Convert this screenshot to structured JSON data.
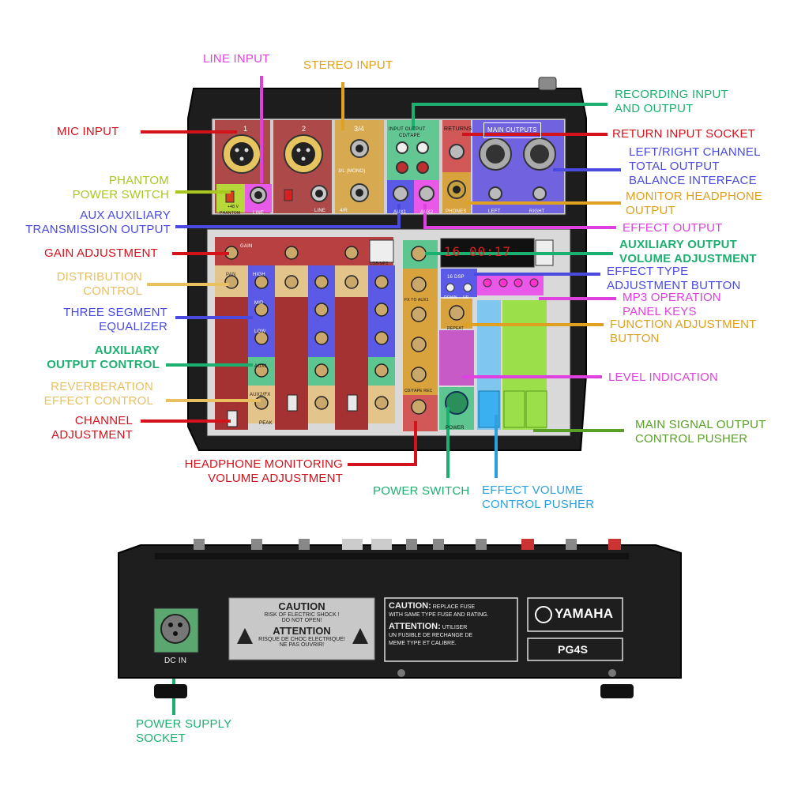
{
  "colors": {
    "red": "#d4121c",
    "pink": "#e040e0",
    "orange": "#e0a020",
    "green": "#1cb070",
    "yellow_green": "#a8c820",
    "blue": "#4a4ae0",
    "light_blue": "#2aa0e0",
    "dark_green": "#5aa028",
    "magenta": "#d020d0"
  },
  "labels": {
    "mic_input": "MIC INPUT",
    "line_input": "LINE INPUT",
    "stereo_input": "STEREO INPUT",
    "recording_1": "RECORDING INPUT",
    "recording_2": "AND OUTPUT",
    "return_input": "RETURN INPUT SOCKET",
    "lr_total_1": "LEFT/RIGHT CHANNEL",
    "lr_total_2": "TOTAL OUTPUT",
    "lr_total_3": "BALANCE INTERFACE",
    "phantom_1": "PHANTOM",
    "phantom_2": "POWER SWITCH",
    "aux_tx_1": "AUX AUXILIARY",
    "aux_tx_2": "TRANSMISSION OUTPUT",
    "monitor_hp_1": "MONITOR HEADPHONE",
    "monitor_hp_2": "OUTPUT",
    "effect_output": "EFFECT OUTPUT",
    "gain_adjustment": "GAIN ADJUSTMENT",
    "aux_out_vol_1": "AUXILIARY OUTPUT",
    "aux_out_vol_2": "VOLUME ADJUSTMENT",
    "distribution_1": "DISTRIBUTION",
    "distribution_2": "CONTROL",
    "effect_type_1": "EFFECT TYPE",
    "effect_type_2": "ADJUSTMENT BUTTON",
    "mp3_1": "MP3 OPERATION",
    "mp3_2": "PANEL KEYS",
    "three_seg_1": "THREE SEGMENT",
    "three_seg_2": "EQUALIZER",
    "function_adj_1": "FUNCTION ADJUSTMENT",
    "function_adj_2": "BUTTON",
    "aux_ctrl_1": "AUXILIARY",
    "aux_ctrl_2": "OUTPUT CONTROL",
    "level_indication": "LEVEL INDICATION",
    "reverb_1": "REVERBERATION",
    "reverb_2": "EFFECT CONTROL",
    "channel_adj_1": "CHANNEL",
    "channel_adj_2": "ADJUSTMENT",
    "main_signal_1": "MAIN SIGNAL OUTPUT",
    "main_signal_2": "CONTROL PUSHER",
    "hp_monitor_1": "HEADPHONE MONITORING",
    "hp_monitor_2": "VOLUME ADJUSTMENT",
    "power_switch": "POWER SWITCH",
    "effect_vol_1": "EFFECT VOLUME",
    "effect_vol_2": "CONTROL PUSHER",
    "power_supply_1": "POWER SUPPLY",
    "power_supply_2": "SOCKET"
  },
  "panel": {
    "ch1": "1",
    "ch2": "2",
    "ch34": "3/4",
    "input_cd": "INPUT  OUTPUT",
    "cd_tape": "CD/TAPE",
    "returns": "RETURNS",
    "main_outputs": "MAIN OUTPUTS",
    "mono": "3/L (MONO)",
    "four_r": "4/R",
    "plus48v": "+48 V",
    "phantom": "PHANTOM",
    "line": "LINE",
    "aux1": "AUX1",
    "aux2": "AUX2",
    "phones": "PHONES",
    "left": "LEFT",
    "right": "RIGHT",
    "gain": "GAIN",
    "pan": "PAN",
    "high": "HIGH",
    "mid": "MID",
    "low": "LOW",
    "aux2_fx": "AUX2/FX",
    "peak": "PEAK",
    "usb_mp3": "USB/MP3",
    "dsp": "16 DSP",
    "down": "DOWN",
    "up": "UP",
    "fx_to_aux": "FX TO AUX1",
    "repeat": "REPEAT",
    "cd_tape_rec": "CD/TAPE REC",
    "power": "POWER",
    "display": "16 00:17"
  },
  "back_panel": {
    "caution_title": "CAUTION",
    "caution_line1": "RISK OF ELECTRIC SHOCK !",
    "caution_line2": "DO NOT OPEN!",
    "attention_title": "ATTENTION",
    "attention_line1": "RISQUE DE CHOC ELECTRIQUE!",
    "attention_line2": "NE PAS OUVRIR!",
    "fuse_caution_head": "CAUTION:",
    "fuse_caution_text1": "REPLACE FUSE",
    "fuse_caution_text2": "WITH SAME TYPE FUSE AND RATING.",
    "fuse_attention_head": "ATTENTION:",
    "fuse_attention_text1": "UTILISER",
    "fuse_attention_text2": "UN FUSIBLE DE RECHANGE DE",
    "fuse_attention_text3": "MEME TYPE ET CALIBRE.",
    "brand": "YAMAHA",
    "model": "PG4S",
    "dc_in": "DC IN"
  }
}
